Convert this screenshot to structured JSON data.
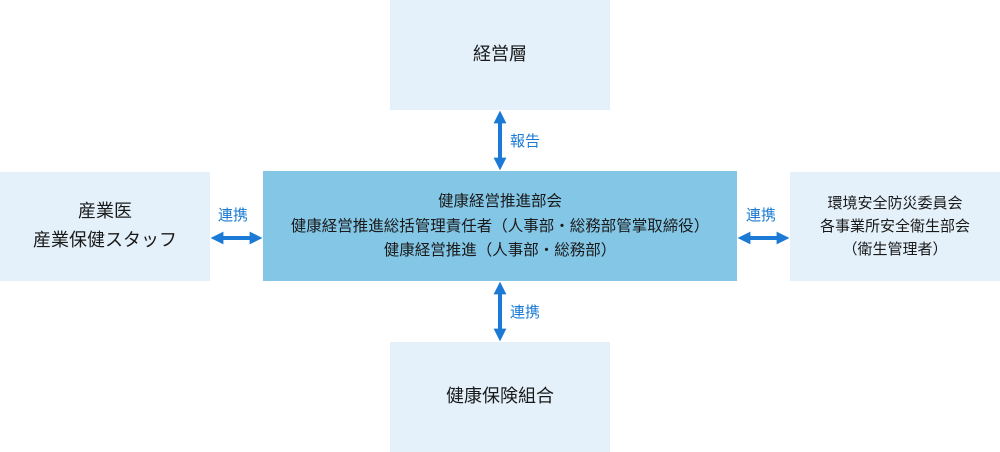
{
  "diagram": {
    "top_box": {
      "lines": [
        "経営層"
      ]
    },
    "center_box": {
      "lines": [
        "健康経営推進部会",
        "健康経営推進総括管理責任者（人事部・総務部管掌取締役）",
        "健康経営推進（人事部・総務部）"
      ]
    },
    "left_box": {
      "lines": [
        "産業医",
        "産業保健スタッフ"
      ]
    },
    "right_box": {
      "lines": [
        "環境安全防災委員会",
        "各事業所安全衛生部会",
        "（衛生管理者）"
      ]
    },
    "bottom_box": {
      "lines": [
        "健康保険組合"
      ]
    },
    "connectors": {
      "top": "報告",
      "bottom": "連携",
      "left": "連携",
      "right": "連携"
    },
    "colors": {
      "light_box": "#e4f1fb",
      "center_box": "#83c6e6",
      "arrow": "#1a7ad6"
    }
  }
}
